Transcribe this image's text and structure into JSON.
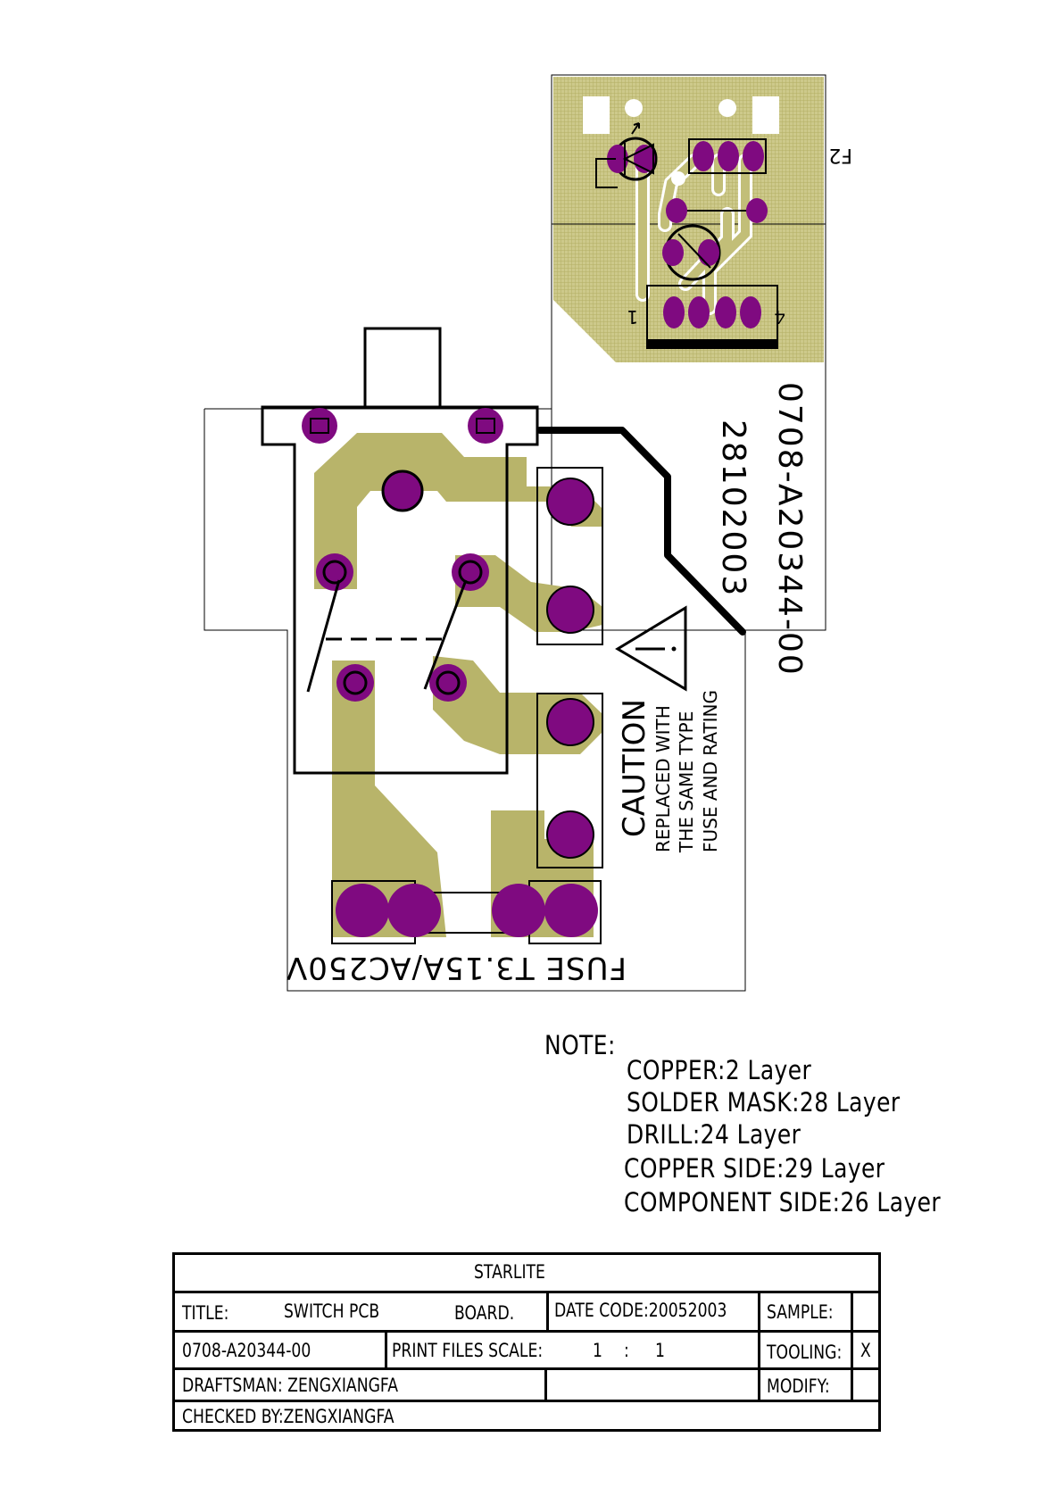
{
  "colors": {
    "copper": "#b8b46a",
    "copper_fill": "#c2be78",
    "pad": "#7f0a80",
    "line": "#000000"
  },
  "board": {
    "fuse_label": "FUSE T3.15A/AC250V",
    "part_number": "0708-A20344-00",
    "date_code": "28102003",
    "ref_designator": "F2",
    "pin_first": "1",
    "pin_last": "4"
  },
  "caution": {
    "title": "CAUTION",
    "line1": "REPLACED WITH",
    "line2": "THE SAME TYPE",
    "line3": "FUSE AND RATING"
  },
  "notes": {
    "heading": "NOTE:",
    "items": [
      "COPPER:2 Layer",
      "SOLDER MASK:28 Layer",
      "DRILL:24 Layer",
      "COPPER SIDE:29 Layer",
      "COMPONENT SIDE:26 Layer"
    ]
  },
  "title_block": {
    "company": "STARLITE",
    "title_label": "TITLE:",
    "title_value": "SWITCH PCB",
    "title_suffix": "BOARD.",
    "date_code": "DATE CODE:20052003",
    "sample_label": "SAMPLE:",
    "sample_value": "",
    "part_number": "0708-A20344-00",
    "scale_label": "PRINT FILES SCALE:",
    "scale_left": "1",
    "scale_sep": ":",
    "scale_right": "1",
    "tooling_label": "TOOLING:",
    "tooling_value": "X",
    "draftsman": "DRAFTSMAN: ZENGXIANGFA",
    "modify_label": "MODIFY:",
    "checked_by": "CHECKED BY:ZENGXIANGFA"
  }
}
